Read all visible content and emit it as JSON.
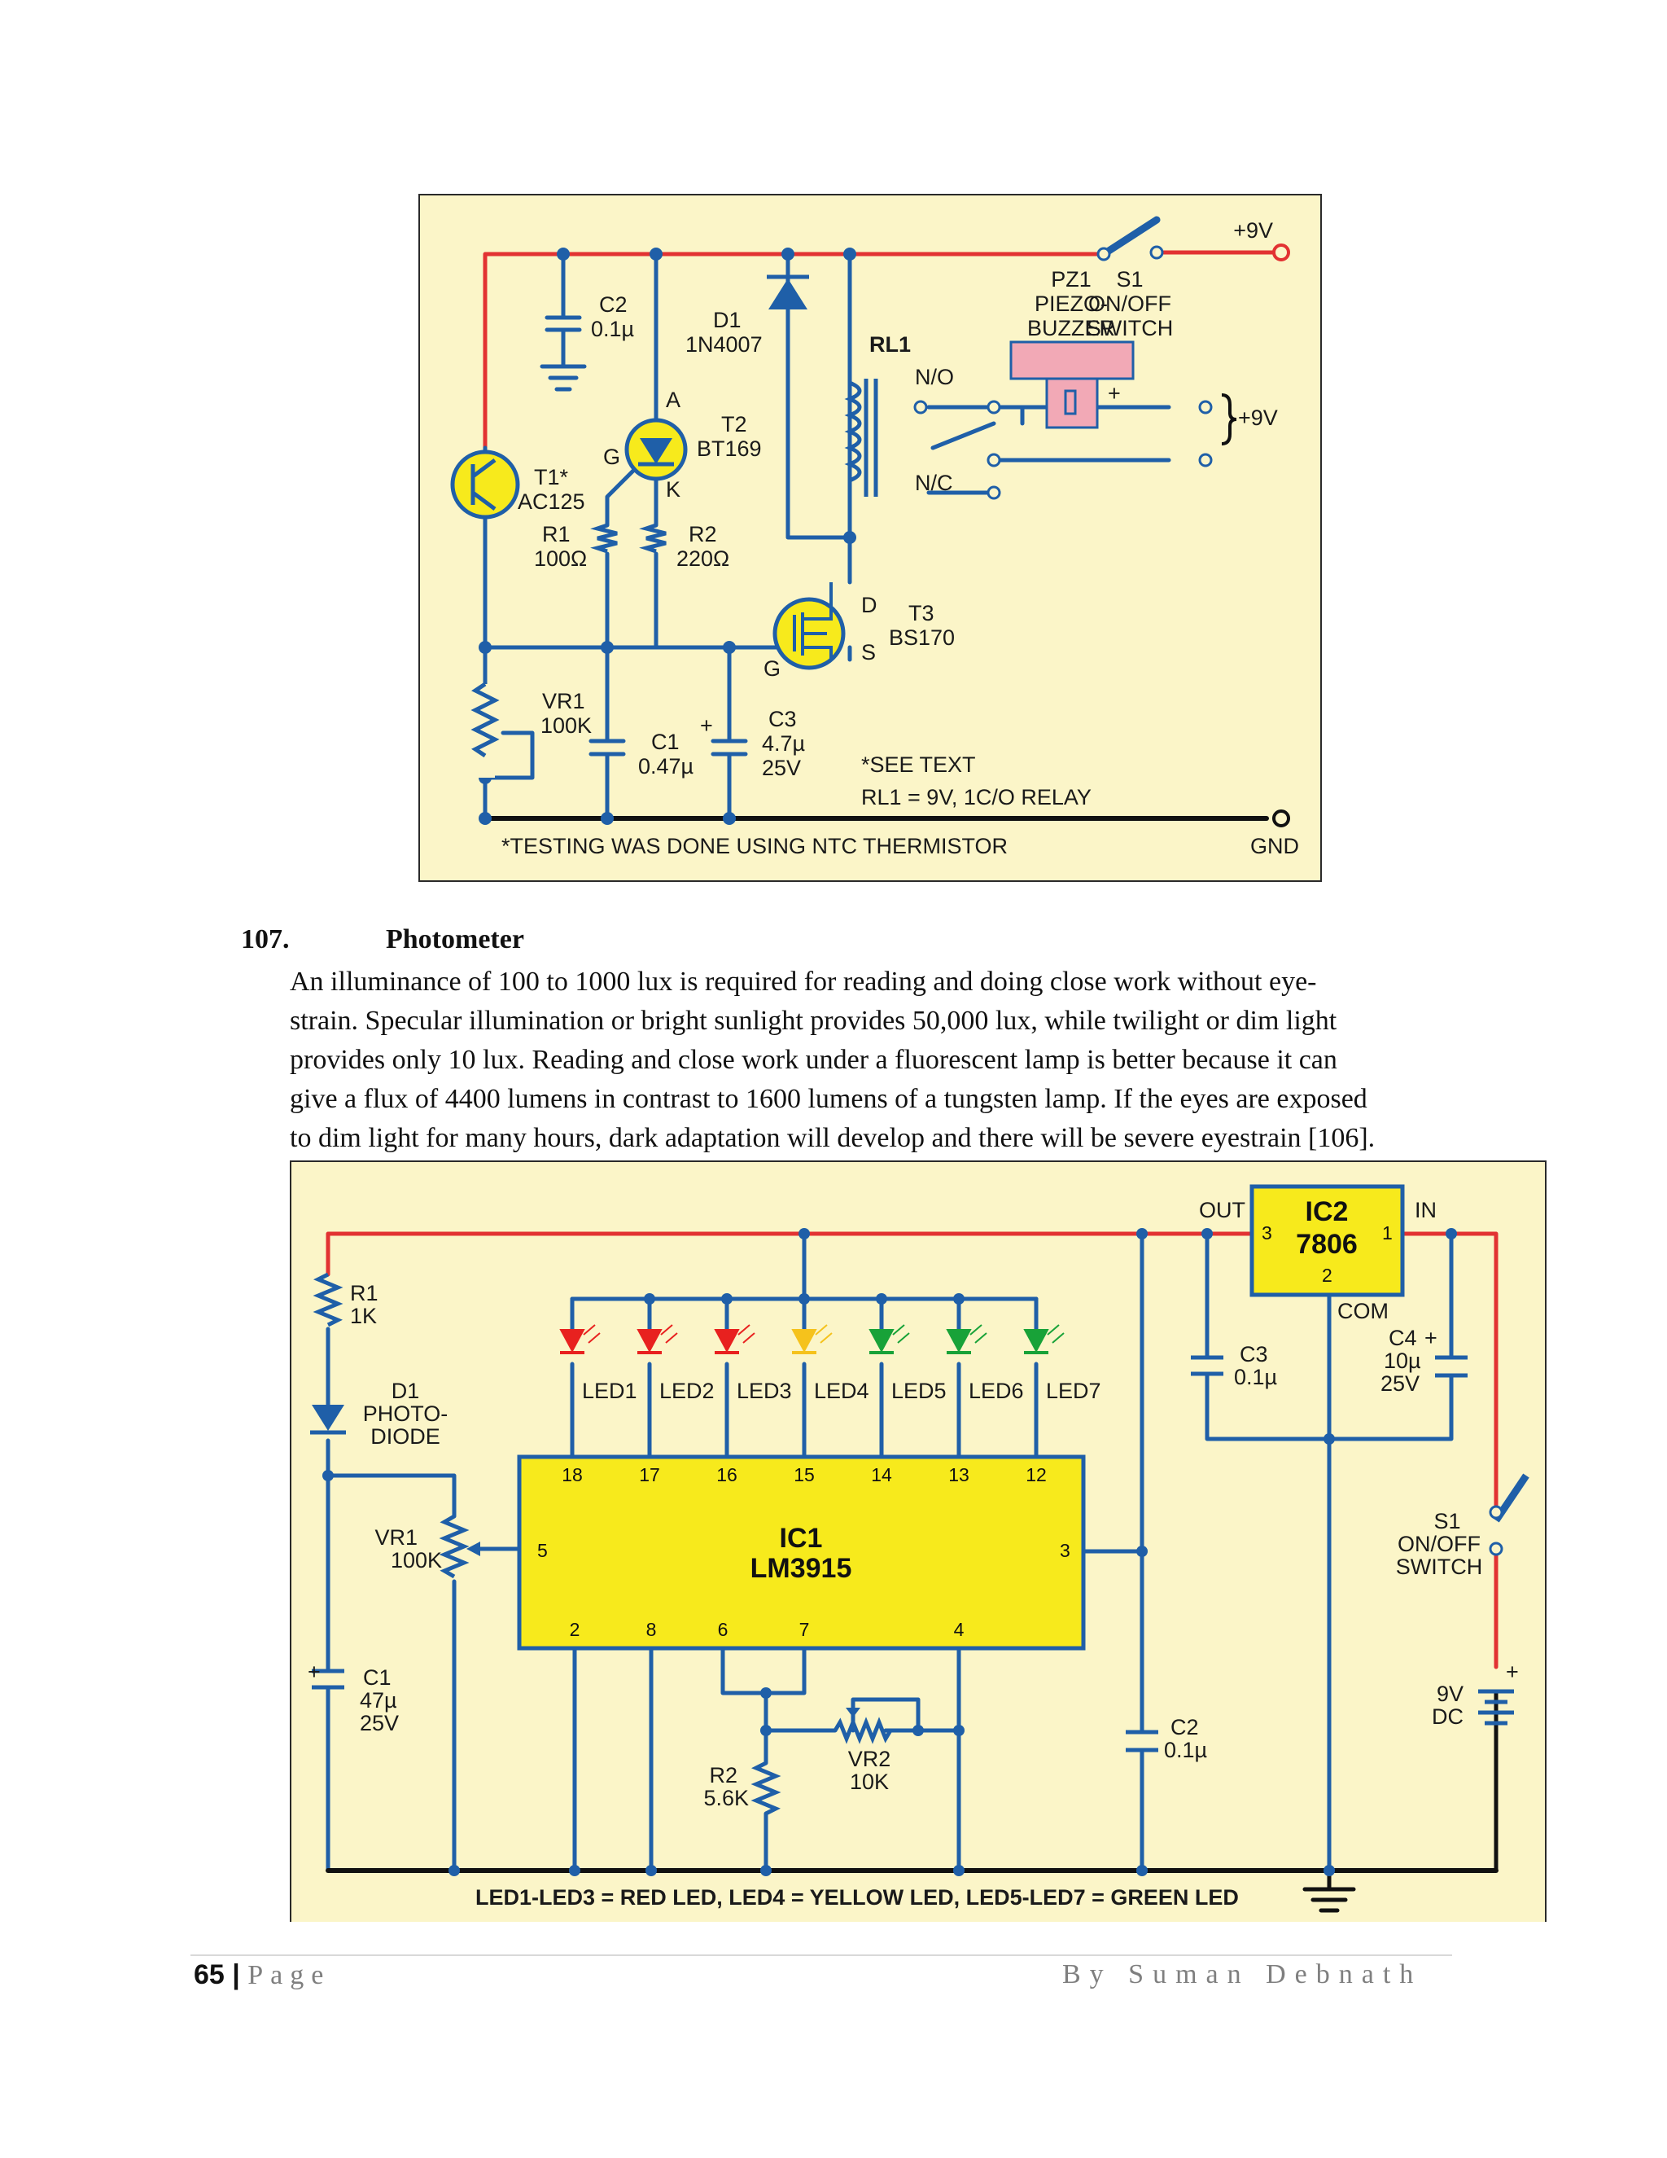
{
  "circuit1": {
    "supply": "+9V",
    "s1": [
      "S1",
      "ON/OFF",
      "SWITCH"
    ],
    "pz1": [
      "PZ1",
      "PIEZO-",
      "BUZZER"
    ],
    "c2": [
      "C2",
      "0.1µ"
    ],
    "d1": [
      "D1",
      "1N4007"
    ],
    "rl1": "RL1",
    "no": "N/O",
    "nc": "N/C",
    "plus": "+",
    "buzzer_supply": "+9V",
    "pin_a": "A",
    "pin_g": "G",
    "pin_k": "K",
    "t2": [
      "T2",
      "BT169"
    ],
    "t1": [
      "T1*",
      "AC125"
    ],
    "r1": [
      "R1",
      "100Ω"
    ],
    "r2": [
      "R2",
      "220Ω"
    ],
    "pin_d": "D",
    "pin_s": "S",
    "pin_g3": "G",
    "t3": [
      "T3",
      "BS170"
    ],
    "vr1": [
      "VR1",
      "100K"
    ],
    "c1": [
      "C1",
      "0.47µ"
    ],
    "c3": [
      "C3",
      "4.7µ",
      "25V"
    ],
    "c3_plus": "+",
    "see_text": "*SEE TEXT",
    "relay_note": "RL1 = 9V, 1C/O RELAY",
    "testing_note": "*TESTING WAS DONE USING NTC THERMISTOR",
    "gnd": "GND"
  },
  "section": {
    "number": "107.",
    "title": "Photometer",
    "lines": [
      "An illuminance of 100 to 1000 lux is required for reading and doing close work without eye-",
      "strain. Specular illumination or bright sunlight provides 50,000 lux, while twilight or dim light",
      "provides only 10 lux. Reading and close work under a fluorescent lamp is better because it can",
      "give a flux of 4400 lumens in contrast to 1600 lumens of a tungsten lamp. If the eyes are exposed",
      "to dim light for many hours, dark adaptation will develop and there will be severe eyestrain [106]."
    ]
  },
  "circuit2": {
    "ic2": [
      "IC2",
      "7806"
    ],
    "ic2_out": "OUT",
    "ic2_in": "IN",
    "ic2_com": "COM",
    "ic2_pins": [
      "3",
      "1",
      "2"
    ],
    "r1": [
      "R1",
      "1K"
    ],
    "d1": [
      "D1",
      "PHOTO-",
      "DIODE"
    ],
    "leds": [
      "LED1",
      "LED2",
      "LED3",
      "LED4",
      "LED5",
      "LED6",
      "LED7"
    ],
    "led_colors": [
      "#e8211f",
      "#e8211f",
      "#e8211f",
      "#f5c21c",
      "#18a238",
      "#18a238",
      "#18a238"
    ],
    "c3": [
      "C3",
      "0.1µ"
    ],
    "c4": [
      "C4",
      "10µ",
      "25V"
    ],
    "c4_plus": "+",
    "ic1": [
      "IC1",
      "LM3915"
    ],
    "ic1_top_pins": [
      "18",
      "17",
      "16",
      "15",
      "14",
      "13",
      "12"
    ],
    "ic1_bottom_pins": [
      "2",
      "8",
      "6",
      "7",
      "4"
    ],
    "ic1_pin5": "5",
    "ic1_pin3": "3",
    "vr1": [
      "VR1",
      "100K"
    ],
    "s1": [
      "S1",
      "ON/OFF",
      "SWITCH"
    ],
    "battery": [
      "9V",
      "DC"
    ],
    "battery_plus": "+",
    "c1": [
      "C1",
      "47µ",
      "25V"
    ],
    "c1_plus": "+",
    "vr2": [
      "VR2",
      "10K"
    ],
    "r2": [
      "R2",
      "5.6K"
    ],
    "c2": [
      "C2",
      "0.1µ"
    ],
    "led_note": "LED1-LED3 = RED LED, LED4 = YELLOW LED,  LED5-LED7 = GREEN LED"
  },
  "footer": {
    "page_number": "65",
    "separator": "|",
    "page_word": "Page",
    "author": "By Suman Debnath"
  },
  "colors": {
    "panel": "#fbf5c8",
    "wire_blue": "#1f5fa8",
    "wire_red": "#e23232",
    "ic_yellow": "#f7ea1c",
    "buzzer_pink": "#f2a9b6"
  }
}
